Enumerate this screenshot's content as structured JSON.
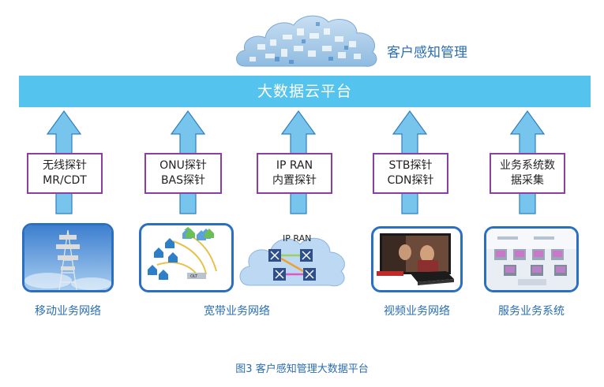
{
  "cloud": {
    "title": "客户感知管理"
  },
  "platform": {
    "label": "大数据云平台"
  },
  "probes": [
    {
      "line1": "无线探针",
      "line2": "MR/CDT"
    },
    {
      "line1": "ONU探针",
      "line2": "BAS探针"
    },
    {
      "line1": "IP RAN",
      "line2": "内置探针"
    },
    {
      "line1": "STB探针",
      "line2": "CDN探针"
    },
    {
      "line1": "业务系统数",
      "line2": "据采集"
    }
  ],
  "networks": {
    "mobile": "移动业务网络",
    "broadband": "宽带业务网络",
    "video": "视频业务网络",
    "service": "服务业务系统",
    "ipran_label": "IP RAN",
    "olt_label": "OLT"
  },
  "caption": "图3  客户感知管理大数据平台",
  "colors": {
    "arrow": "#77c4ec",
    "platform": "#54c4ee",
    "probe_border": "#8c3fa0",
    "net_border": "#2b6fc1",
    "text_blue": "#2a6db0"
  }
}
